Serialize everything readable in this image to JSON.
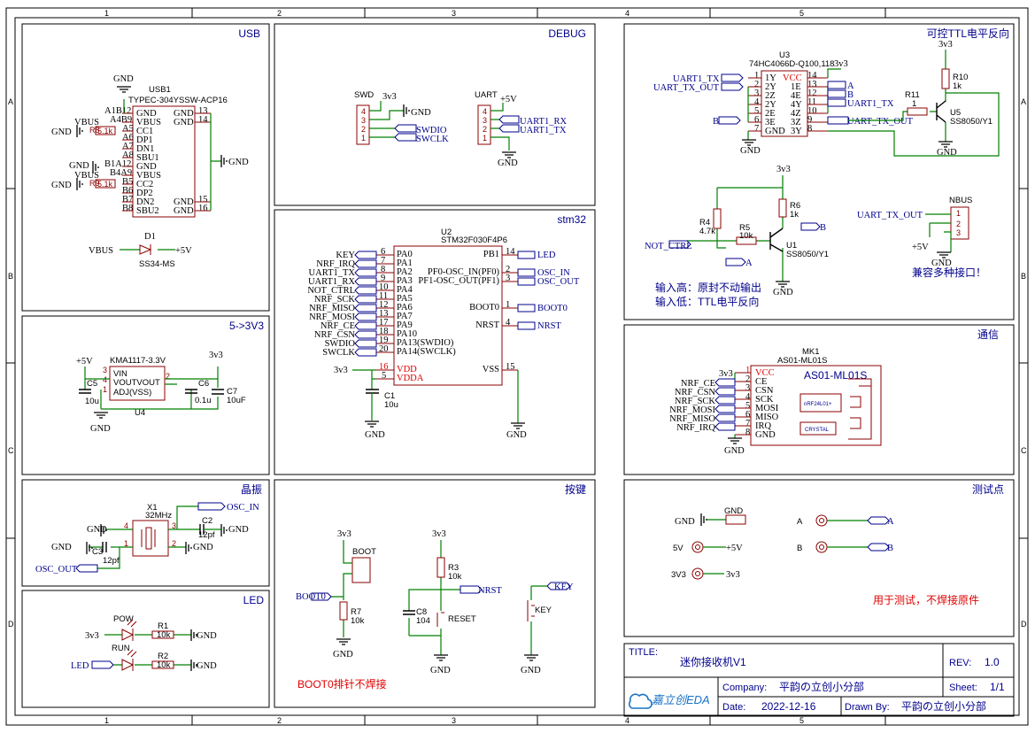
{
  "ruler": {
    "top": [
      "1",
      "2",
      "3",
      "4",
      "5"
    ],
    "side": [
      "A",
      "B",
      "C",
      "D"
    ]
  },
  "sections": {
    "usb": "USB",
    "debug": "DEBUG",
    "ttl": "可控TTL电平反向",
    "stm32": "stm32",
    "comm": "通信",
    "ldo": "5->3V3",
    "crystal": "晶振",
    "keys": "按键",
    "test": "测试点",
    "led": "LED"
  },
  "usb": {
    "ref": "USB1",
    "part": "TYPEC-304YSSW-ACP16",
    "pins_right": [
      "GND",
      "GND",
      "GND",
      "GND"
    ],
    "pins_right_num": [
      "13",
      "14",
      "15",
      "16"
    ],
    "pins_left": [
      "GND",
      "VBUS",
      "CC1",
      "DP1",
      "DN1",
      "SBU1",
      "GND",
      "VBUS",
      "CC2",
      "DP2",
      "DN2",
      "SBU2"
    ],
    "pins_left_num": [
      "A1B12",
      "A4B9",
      "A5",
      "A6",
      "A7",
      "A8",
      "B1A12",
      "B4A9",
      "B5",
      "B6",
      "B7",
      "B8"
    ],
    "net_gnd": "GND",
    "net_vbus": "VBUS",
    "r_a": "R8",
    "r_a_val": "5.1k",
    "r_b": "R9",
    "r_b_val": "5.1k",
    "d1": "D1",
    "d1_part": "SS34-MS",
    "d1_in": "VBUS",
    "d1_out": "+5V"
  },
  "debug": {
    "swd": "SWD",
    "uart": "UART",
    "swd_nets": [
      "3v3",
      "GND",
      "SWDIO",
      "SWCLK"
    ],
    "uart_nets": [
      "+5V",
      "UART1_RX",
      "UART1_TX",
      "GND"
    ],
    "pins": [
      "4",
      "3",
      "2",
      "1"
    ]
  },
  "ttl": {
    "u3": "U3",
    "u3_part": "74HC4066D-Q100,118",
    "u3_left": [
      "1Y",
      "2Y",
      "2Z",
      "2Y",
      "2E",
      "3E",
      "GND"
    ],
    "u3_left_num": [
      "1",
      "2",
      "3",
      "4",
      "5",
      "6",
      "7"
    ],
    "u3_right": [
      "VCC",
      "1E",
      "4E",
      "4Y",
      "4Z",
      "3Z",
      "3Y"
    ],
    "u3_right_num": [
      "14",
      "13",
      "12",
      "11",
      "10",
      "9",
      "8"
    ],
    "nets": {
      "uart1_tx": "UART1_TX",
      "uart_tx_out": "UART_TX_OUT",
      "a": "A",
      "b": "B",
      "v33": "3v3",
      "gnd": "GND",
      "not_ctrl": "NOT_CTRL"
    },
    "r10": "R10",
    "r10_val": "1k",
    "r11": "R11",
    "r11_val": "1",
    "u5": "U5",
    "u5_part": "SS8050/Y1",
    "r6": "R6",
    "r6_val": "1k",
    "r4": "R4",
    "r4_val": "4.7k",
    "r5": "R5",
    "r5_val": "10k",
    "u1": "U1",
    "u1_part": "SS8050/Y1",
    "note1": "输入高：原封不动输出",
    "note2": "输入低：TTL电平反向",
    "nbus": "NBUS",
    "nbus_net": "UART_TX_OUT",
    "nbus_5v": "+5V",
    "nbus_gnd": "GND",
    "nbus_pins": [
      "1",
      "2",
      "3"
    ],
    "nbus_note": "兼容多种接口！"
  },
  "stm32": {
    "ref": "U2",
    "part": "STM32F030F4P6",
    "left_nets": [
      "KEY",
      "NRF_IRQ",
      "UART1_TX",
      "UART1_RX",
      "NOT_CTRL",
      "NRF_SCK",
      "NRF_MISO",
      "NRF_MOSI",
      "NRF_CE",
      "NRF_CSN",
      "SWDIO",
      "SWCLK"
    ],
    "left_pins": [
      "PA0",
      "PA1",
      "PA2",
      "PA3",
      "PA4",
      "PA5",
      "PA6",
      "PA7",
      "PA9",
      "PA10",
      "PA13(SWDIO)",
      "PA14(SWCLK)"
    ],
    "left_nums": [
      "6",
      "7",
      "8",
      "9",
      "10",
      "11",
      "12",
      "13",
      "17",
      "18",
      "19",
      "20"
    ],
    "vdd": "VDD",
    "vdda": "VDDA",
    "vdd_num": "16",
    "vdda_num": "5",
    "v33": "3v3",
    "right_pins": [
      "PB1",
      "PF0-OSC_IN(PF0)",
      "PF1-OSC_OUT(PF1)",
      "BOOT0",
      "NRST",
      "VSS"
    ],
    "right_nums": [
      "14",
      "2",
      "3",
      "1",
      "4",
      "15"
    ],
    "right_nets": [
      "LED",
      "OSC_IN",
      "OSC_OUT",
      "BOOT0",
      "NRST"
    ],
    "c1": "C1",
    "c1_val": "10u",
    "gnd": "GND"
  },
  "comm": {
    "ref": "MK1",
    "part": "AS01-ML01S",
    "title": "AS01-ML01S",
    "chip": "nRF24L01+",
    "crystal": "CRYSTAL",
    "pins": [
      "VCC",
      "CE",
      "CSN",
      "SCK",
      "MOSI",
      "MISO",
      "IRQ",
      "GND"
    ],
    "nums": [
      "1",
      "2",
      "3",
      "4",
      "5",
      "6",
      "7",
      "8"
    ],
    "nets": [
      "3v3",
      "NRF_CE",
      "NRF_CSN",
      "NRF_SCK",
      "NRF_MOSI",
      "NRF_MISO",
      "NRF_IRQ",
      "GND"
    ]
  },
  "ldo": {
    "u4_part": "KMA1117-3.3V",
    "u4": "U4",
    "vin": "VIN",
    "vout": "VOUTVOUT",
    "adj": "ADJ(VSS)",
    "p5v": "+5V",
    "v33": "3v3",
    "c5": "C5",
    "c5_val": "10u",
    "c6": "C6",
    "c6_val": "0.1u",
    "c7": "C7",
    "c7_val": "10uF",
    "gnd": "GND",
    "pin_nums": [
      "3",
      "2",
      "4",
      "1"
    ]
  },
  "crystal": {
    "x1": "X1",
    "x1_val": "32MHz",
    "c2": "C2",
    "c2_val": "12pf",
    "c3": "C3",
    "c3_val": "12pf",
    "osc_in": "OSC_IN",
    "osc_out": "OSC_OUT",
    "gnd": "GND",
    "pins": [
      "4",
      "3",
      "1",
      "2"
    ]
  },
  "keys": {
    "boot": "BOOT",
    "boot0": "BOOT0",
    "v33": "3v3",
    "r7": "R7",
    "r7_val": "10k",
    "r3": "R3",
    "r3_val": "10k",
    "c8": "C8",
    "c8_val": "104",
    "reset": "RESET",
    "nrst": "NRST",
    "key": "KEY",
    "key_lbl": "KEY",
    "gnd": "GND",
    "note": "BOOT0排针不焊接"
  },
  "test": {
    "gnd": "GND",
    "gnd_tp": "GND",
    "p5v_lbl": "5V",
    "p5v": "+5V",
    "v33_lbl": "3V3",
    "v33": "3v3",
    "a_lbl": "A",
    "a": "A",
    "b_lbl": "B",
    "b": "B",
    "note": "用于测试，不焊接原件"
  },
  "led": {
    "pow": "POW",
    "run": "RUN",
    "r1": "R1",
    "r1_val": "10k",
    "r2": "R2",
    "r2_val": "10k",
    "v33": "3v3",
    "led": "LED",
    "gnd": "GND"
  },
  "title_block": {
    "title_lbl": "TITLE:",
    "title": "迷你接收机V1",
    "rev_lbl": "REV:",
    "rev": "1.0",
    "company_lbl": "Company:",
    "company": "平韵の立创小分部",
    "sheet_lbl": "Sheet:",
    "sheet": "1/1",
    "date_lbl": "Date:",
    "date": "2022-12-16",
    "drawn_lbl": "Drawn By:",
    "drawn": "平韵の立创小分部",
    "logo": "嘉立创EDA"
  },
  "colors": {
    "wire": "#008000",
    "net": "#00008b",
    "component": "#8b0000",
    "note_red": "#e00000"
  }
}
